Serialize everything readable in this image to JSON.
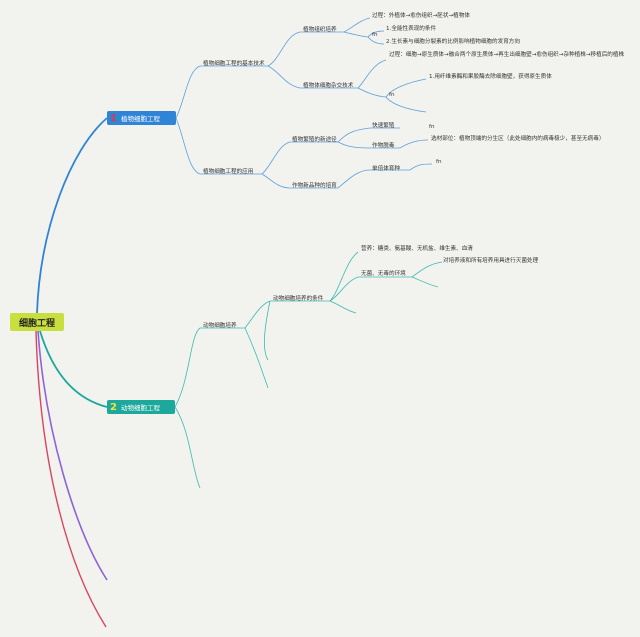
{
  "root": {
    "label": "细胞工程"
  },
  "branch1": {
    "num": "1",
    "label": "植物细胞工程",
    "basic": {
      "label": "植物细胞工程的基本技术",
      "tissue_culture": {
        "label": "植物组织培养",
        "process": "过程：外植体→愈伤组织→胚状→植物体",
        "fn": "fn",
        "items": [
          "1.全能性表现的条件",
          "2.生长素与细胞分裂素的比例影响植物细胞的发育方向"
        ]
      },
      "hybrid": {
        "label": "植物体细胞杂交技术",
        "process": "过程：细胞→原生质体→融合两个原生质体→再生出细胞壁→愈伤组织→杂种植株→移植后的植株",
        "fn": "fn",
        "item": "1.用纤维素酶和果胶酶去除细胞壁，获得原生质体"
      }
    },
    "application": {
      "label": "植物细胞工程的应用",
      "new_ways": {
        "label": "植物繁殖的新途径",
        "rapid": "快速繁殖",
        "rapid_fn": "fn",
        "detox": "作物脱毒",
        "detox_note": "选材部位：植物顶端的分生区（此处细胞内的病毒极少，甚至无病毒）"
      },
      "breeding": {
        "label": "作物新品种的培育",
        "haploid": "单倍体育种",
        "haploid_fn": "fn"
      }
    }
  },
  "branch2": {
    "num": "2",
    "label": "动物细胞工程",
    "culture": {
      "label": "动物细胞培养",
      "conditions": {
        "label": "动物细胞培养的条件",
        "nutrition": "营养：糖类、氨基酸、无机盐、维生素、血清",
        "sterile": "无菌、无毒的环境",
        "sterile_note": "对培养液和所有培养用具进行灭菌处理"
      }
    }
  },
  "colors": {
    "root": "#c9df3d",
    "branch1": "#2f84d6",
    "branch2": "#1ca89b",
    "branch3": "#8d64d9",
    "branch4": "#d94560",
    "leaf_line_blue": "#5aa0dc",
    "leaf_line_teal": "#3dbbb0",
    "background": "#f2f2ee"
  }
}
